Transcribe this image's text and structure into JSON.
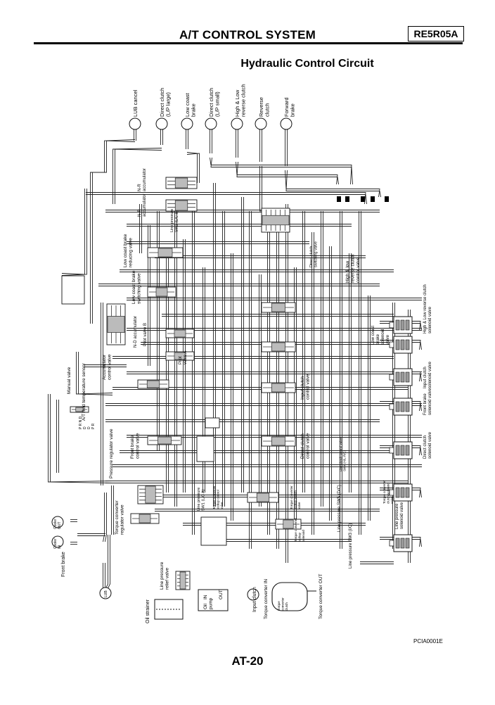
{
  "header": {
    "title": "A/T CONTROL SYSTEM",
    "code": "RE5R05A"
  },
  "subtitle": "Hydraulic Control Circuit",
  "top_ports": [
    [
      "LUB cancel"
    ],
    [
      "Direct clutch",
      "(L/P large)"
    ],
    [
      "Low coast",
      "brake"
    ],
    [
      "Direct clutch",
      "(L/P small)"
    ],
    [
      "High & Low",
      "reverse clutch"
    ],
    [
      "Reverse",
      "clutch"
    ],
    [
      "Forward",
      "brake"
    ]
  ],
  "components": {
    "nr_accumulator_a": [
      "N-R",
      "accumulator"
    ],
    "nr_accumulator_b": [
      "N-R",
      "accumulator"
    ],
    "line_pressure_sw2": [
      "Line pressure",
      "SW2 (L/C B)"
    ],
    "low_coast_reducing": [
      "Low coast brake",
      "reducing valve"
    ],
    "low_coast_switching": [
      "Low coast brake",
      "switching valve"
    ],
    "direct_clutch_switching": [
      "Direct clutch",
      "switching valve"
    ],
    "hlr_control": [
      "High & low",
      "reverse clutch",
      "control valve"
    ],
    "nd_accumulator": [
      "N-D accumulator"
    ],
    "pilot_valve_b": [
      "Pilot valve B"
    ],
    "pilot_valve_a": [
      "Pilot",
      "valve A"
    ],
    "accumulator_control": [
      "Accumulator",
      "control valve"
    ],
    "input_clutch_control": [
      "Input clutch",
      "control valve"
    ],
    "front_brake_control": [
      "Front brake",
      "control valve"
    ],
    "direct_clutch_control": [
      "Direct clutch",
      "control valve"
    ],
    "manual_valve": [
      "Manual valve"
    ],
    "fluid_temp_sensor": [
      "A/T fluid temperature sensor"
    ],
    "pressure_regulator": [
      "Pressure regulator valve"
    ],
    "tc_regulator": [
      "Torque converter",
      "regulator valve"
    ],
    "line_pressure_sw1": [
      "Line pressure",
      "SW1 (L/C A)"
    ],
    "tc_lockup_switch": [
      "Torque converter",
      "lockup switch",
      "valve"
    ],
    "tc_lockup_ctrl": [
      "Torque converter",
      "lockup control",
      "valve"
    ],
    "tc_lockup_solenoid": [
      "Torque converter",
      "lockup",
      "solenoid"
    ],
    "line_pressure_relief": [
      "Line pressure",
      "relief valve"
    ],
    "sw5": [
      "Line pressure SW5 (D/C)"
    ],
    "sw3": [
      "Line pressure SW3 (I/C)"
    ],
    "lc_control_sw4": [
      "Line clutch control valve",
      "SW4 (H/L-R/C)"
    ],
    "low_coast_solenoid": [
      "Low coast",
      "brake",
      "solenoid",
      "valve"
    ],
    "hlr_solenoid": [
      "High & Low reverse clutch",
      "solenoid valve"
    ],
    "input_solenoid": [
      "Input clutch",
      "solenoid valve"
    ],
    "front_brake_solenoid": [
      "Front brake",
      "solenoid valve"
    ],
    "direct_solenoid": [
      "Direct clutch",
      "solenoid valve"
    ],
    "tc_clutch_solenoid": [
      "Torque converter",
      "clutch solenoid",
      "valve"
    ],
    "line_pressure_solenoid": [
      "Line pressure",
      "solenoid valve"
    ],
    "tc_in": [
      "Torque converter IN"
    ],
    "tc_out": [
      "Torque converter OUT"
    ],
    "tc_body": [
      "Torque",
      "converter",
      "clutch"
    ],
    "oil_pump": [
      "Oil",
      "pump"
    ],
    "oil_pump_in": [
      "IN"
    ],
    "oil_pump_out": [
      "OUT"
    ],
    "oil_strainer": [
      "Oil strainer"
    ],
    "input_clutch_port": [
      "Input clutch"
    ],
    "front_brake_port": [
      "Front brake"
    ],
    "cooler_in": [
      "Cooler",
      "IN"
    ],
    "cooler_out": [
      "Cooler",
      "OUT"
    ],
    "lub": [
      "LUB"
    ],
    "manual_positions": [
      "P R N D",
      "D",
      "D",
      "P R"
    ]
  },
  "figure_id": "PCIA0001E",
  "page_number": "AT-20",
  "colors": {
    "line": "#222222",
    "ink": "#000000",
    "fill": "#bbbbbb"
  }
}
